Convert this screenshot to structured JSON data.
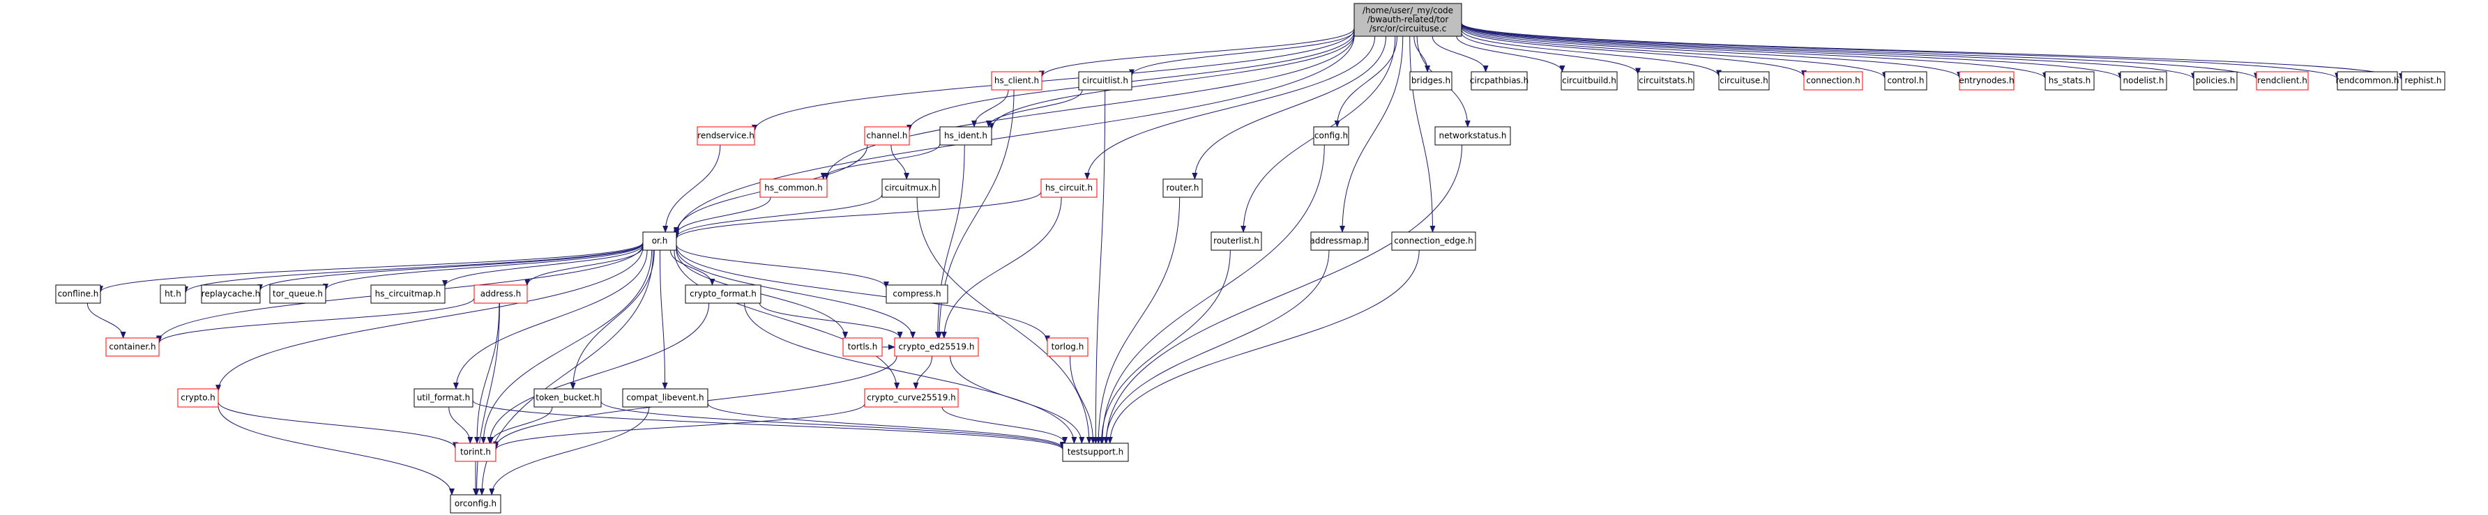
{
  "colors": {
    "edge": "#191970",
    "arrow": "#191970",
    "root_fill": "#bfbfbf",
    "node_fill": "#ffffff",
    "plain_border": "#000000",
    "linked_border": "#ff0000",
    "text": "#000000"
  },
  "nodes": [
    {
      "id": "root",
      "lines": [
        "/home/user/_my/code",
        "/bwauth-related/tor",
        "/src/or/circuituse.c"
      ],
      "style": "root"
    },
    {
      "id": "bridges",
      "lines": [
        "bridges.h"
      ],
      "style": "plain"
    },
    {
      "id": "circpathbias",
      "lines": [
        "circpathbias.h"
      ],
      "style": "plain"
    },
    {
      "id": "circuitbuild",
      "lines": [
        "circuitbuild.h"
      ],
      "style": "plain"
    },
    {
      "id": "circuitstats",
      "lines": [
        "circuitstats.h"
      ],
      "style": "plain"
    },
    {
      "id": "circuituse",
      "lines": [
        "circuituse.h"
      ],
      "style": "plain"
    },
    {
      "id": "connection",
      "lines": [
        "connection.h"
      ],
      "style": "linked"
    },
    {
      "id": "control",
      "lines": [
        "control.h"
      ],
      "style": "plain"
    },
    {
      "id": "entrynodes",
      "lines": [
        "entrynodes.h"
      ],
      "style": "linked"
    },
    {
      "id": "hs_stats",
      "lines": [
        "hs_stats.h"
      ],
      "style": "plain"
    },
    {
      "id": "nodelist",
      "lines": [
        "nodelist.h"
      ],
      "style": "plain"
    },
    {
      "id": "policies",
      "lines": [
        "policies.h"
      ],
      "style": "plain"
    },
    {
      "id": "rendclient",
      "lines": [
        "rendclient.h"
      ],
      "style": "linked"
    },
    {
      "id": "rendcommon",
      "lines": [
        "rendcommon.h"
      ],
      "style": "plain"
    },
    {
      "id": "rephist",
      "lines": [
        "rephist.h"
      ],
      "style": "plain"
    },
    {
      "id": "hs_client",
      "lines": [
        "hs_client.h"
      ],
      "style": "linked"
    },
    {
      "id": "circuitlist",
      "lines": [
        "circuitlist.h"
      ],
      "style": "plain"
    },
    {
      "id": "rendservice",
      "lines": [
        "rendservice.h"
      ],
      "style": "linked"
    },
    {
      "id": "channel",
      "lines": [
        "channel.h"
      ],
      "style": "linked"
    },
    {
      "id": "hs_ident",
      "lines": [
        "hs_ident.h"
      ],
      "style": "plain"
    },
    {
      "id": "config",
      "lines": [
        "config.h"
      ],
      "style": "plain"
    },
    {
      "id": "networkstatus",
      "lines": [
        "networkstatus.h"
      ],
      "style": "plain"
    },
    {
      "id": "hs_common",
      "lines": [
        "hs_common.h"
      ],
      "style": "linked"
    },
    {
      "id": "circuitmux",
      "lines": [
        "circuitmux.h"
      ],
      "style": "plain"
    },
    {
      "id": "hs_circuit",
      "lines": [
        "hs_circuit.h"
      ],
      "style": "linked"
    },
    {
      "id": "router",
      "lines": [
        "router.h"
      ],
      "style": "plain"
    },
    {
      "id": "routerlist",
      "lines": [
        "routerlist.h"
      ],
      "style": "plain"
    },
    {
      "id": "addressmap",
      "lines": [
        "addressmap.h"
      ],
      "style": "plain"
    },
    {
      "id": "connection_edge",
      "lines": [
        "connection_edge.h"
      ],
      "style": "plain"
    },
    {
      "id": "or",
      "lines": [
        "or.h"
      ],
      "style": "plain"
    },
    {
      "id": "confline",
      "lines": [
        "confline.h"
      ],
      "style": "plain"
    },
    {
      "id": "ht",
      "lines": [
        "ht.h"
      ],
      "style": "plain"
    },
    {
      "id": "replaycache",
      "lines": [
        "replaycache.h"
      ],
      "style": "plain"
    },
    {
      "id": "tor_queue",
      "lines": [
        "tor_queue.h"
      ],
      "style": "plain"
    },
    {
      "id": "hs_circuitmap",
      "lines": [
        "hs_circuitmap.h"
      ],
      "style": "plain"
    },
    {
      "id": "address",
      "lines": [
        "address.h"
      ],
      "style": "linked"
    },
    {
      "id": "crypto_format",
      "lines": [
        "crypto_format.h"
      ],
      "style": "plain"
    },
    {
      "id": "compress",
      "lines": [
        "compress.h"
      ],
      "style": "plain"
    },
    {
      "id": "container",
      "lines": [
        "container.h"
      ],
      "style": "linked"
    },
    {
      "id": "torlog",
      "lines": [
        "torlog.h"
      ],
      "style": "linked"
    },
    {
      "id": "tortls",
      "lines": [
        "tortls.h"
      ],
      "style": "linked"
    },
    {
      "id": "crypto_ed25519",
      "lines": [
        "crypto_ed25519.h"
      ],
      "style": "linked"
    },
    {
      "id": "crypto",
      "lines": [
        "crypto.h"
      ],
      "style": "linked"
    },
    {
      "id": "util_format",
      "lines": [
        "util_format.h"
      ],
      "style": "plain"
    },
    {
      "id": "token_bucket",
      "lines": [
        "token_bucket.h"
      ],
      "style": "plain"
    },
    {
      "id": "compat_libevent",
      "lines": [
        "compat_libevent.h"
      ],
      "style": "plain"
    },
    {
      "id": "crypto_curve25519",
      "lines": [
        "crypto_curve25519.h"
      ],
      "style": "linked"
    },
    {
      "id": "torint",
      "lines": [
        "torint.h"
      ],
      "style": "linked"
    },
    {
      "id": "testsupport",
      "lines": [
        "testsupport.h"
      ],
      "style": "plain"
    },
    {
      "id": "orconfig",
      "lines": [
        "orconfig.h"
      ],
      "style": "plain"
    }
  ],
  "edges": [
    [
      "root",
      "bridges"
    ],
    [
      "root",
      "circpathbias"
    ],
    [
      "root",
      "circuitbuild"
    ],
    [
      "root",
      "circuitstats"
    ],
    [
      "root",
      "circuituse"
    ],
    [
      "root",
      "connection"
    ],
    [
      "root",
      "control"
    ],
    [
      "root",
      "entrynodes"
    ],
    [
      "root",
      "hs_stats"
    ],
    [
      "root",
      "nodelist"
    ],
    [
      "root",
      "policies"
    ],
    [
      "root",
      "rendclient"
    ],
    [
      "root",
      "rendcommon"
    ],
    [
      "root",
      "rephist"
    ],
    [
      "root",
      "hs_client"
    ],
    [
      "root",
      "circuitlist"
    ],
    [
      "root",
      "rendservice"
    ],
    [
      "root",
      "channel"
    ],
    [
      "root",
      "hs_ident"
    ],
    [
      "root",
      "config"
    ],
    [
      "root",
      "networkstatus"
    ],
    [
      "root",
      "hs_common"
    ],
    [
      "root",
      "hs_circuit"
    ],
    [
      "root",
      "router"
    ],
    [
      "root",
      "routerlist"
    ],
    [
      "root",
      "addressmap"
    ],
    [
      "root",
      "connection_edge"
    ],
    [
      "root",
      "or"
    ],
    [
      "hs_client",
      "hs_ident"
    ],
    [
      "hs_client",
      "crypto_ed25519"
    ],
    [
      "circuitlist",
      "hs_ident"
    ],
    [
      "circuitlist",
      "testsupport"
    ],
    [
      "rendservice",
      "or"
    ],
    [
      "channel",
      "circuitmux"
    ],
    [
      "channel",
      "or"
    ],
    [
      "hs_ident",
      "hs_common"
    ],
    [
      "hs_ident",
      "crypto_ed25519"
    ],
    [
      "hs_common",
      "or"
    ],
    [
      "circuitmux",
      "or"
    ],
    [
      "circuitmux",
      "testsupport"
    ],
    [
      "hs_circuit",
      "or"
    ],
    [
      "hs_circuit",
      "crypto_ed25519"
    ],
    [
      "router",
      "testsupport"
    ],
    [
      "routerlist",
      "testsupport"
    ],
    [
      "addressmap",
      "testsupport"
    ],
    [
      "connection_edge",
      "testsupport"
    ],
    [
      "config",
      "testsupport"
    ],
    [
      "networkstatus",
      "testsupport"
    ],
    [
      "or",
      "confline"
    ],
    [
      "or",
      "ht"
    ],
    [
      "or",
      "replaycache"
    ],
    [
      "or",
      "tor_queue"
    ],
    [
      "or",
      "hs_circuitmap"
    ],
    [
      "or",
      "address"
    ],
    [
      "or",
      "crypto_format"
    ],
    [
      "or",
      "compress"
    ],
    [
      "or",
      "container"
    ],
    [
      "or",
      "torlog"
    ],
    [
      "or",
      "tortls"
    ],
    [
      "or",
      "crypto_ed25519"
    ],
    [
      "or",
      "crypto"
    ],
    [
      "or",
      "util_format"
    ],
    [
      "or",
      "token_bucket"
    ],
    [
      "or",
      "compat_libevent"
    ],
    [
      "or",
      "crypto_curve25519"
    ],
    [
      "or",
      "torint"
    ],
    [
      "or",
      "orconfig"
    ],
    [
      "confline",
      "container"
    ],
    [
      "address",
      "container"
    ],
    [
      "address",
      "torint"
    ],
    [
      "address",
      "orconfig"
    ],
    [
      "crypto_format",
      "crypto_ed25519"
    ],
    [
      "crypto_format",
      "torint"
    ],
    [
      "crypto_format",
      "testsupport"
    ],
    [
      "tortls",
      "crypto_ed25519"
    ],
    [
      "torlog",
      "testsupport"
    ],
    [
      "crypto_ed25519",
      "crypto_curve25519"
    ],
    [
      "crypto_ed25519",
      "torint"
    ],
    [
      "crypto_ed25519",
      "testsupport"
    ],
    [
      "crypto",
      "torint"
    ],
    [
      "crypto",
      "orconfig"
    ],
    [
      "util_format",
      "torint"
    ],
    [
      "util_format",
      "testsupport"
    ],
    [
      "token_bucket",
      "torint"
    ],
    [
      "token_bucket",
      "testsupport"
    ],
    [
      "compat_libevent",
      "orconfig"
    ],
    [
      "compat_libevent",
      "testsupport"
    ],
    [
      "crypto_curve25519",
      "torint"
    ],
    [
      "crypto_curve25519",
      "testsupport"
    ],
    [
      "torint",
      "orconfig"
    ]
  ]
}
